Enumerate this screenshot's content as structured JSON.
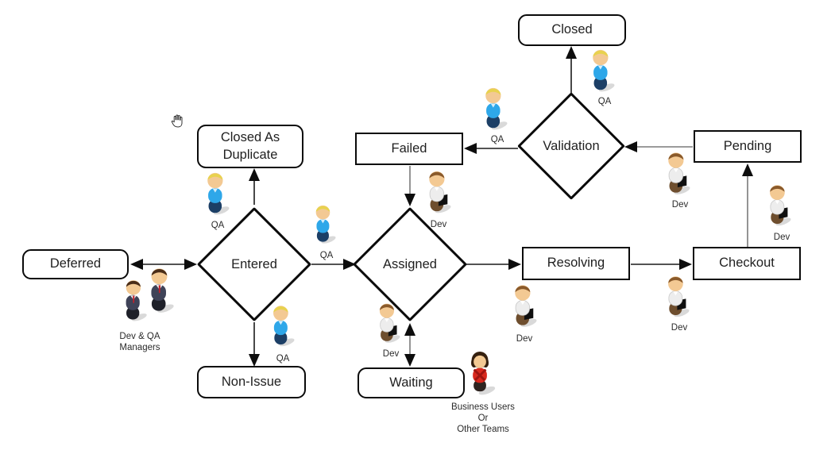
{
  "diagram": {
    "type": "workflow-flowchart",
    "background": "#ffffff",
    "cursor": {
      "shape": "grab-hand"
    },
    "nodes": {
      "deferred": {
        "label": "Deferred",
        "shape": "rounded-rect"
      },
      "closed_as_duplicate": {
        "label": "Closed As Duplicate",
        "shape": "rounded-rect"
      },
      "non_issue": {
        "label": "Non-Issue",
        "shape": "rounded-rect"
      },
      "waiting": {
        "label": "Waiting",
        "shape": "rounded-rect"
      },
      "closed": {
        "label": "Closed",
        "shape": "rounded-rect"
      },
      "failed": {
        "label": "Failed",
        "shape": "rect"
      },
      "pending": {
        "label": "Pending",
        "shape": "rect"
      },
      "resolving": {
        "label": "Resolving",
        "shape": "rect"
      },
      "checkout": {
        "label": "Checkout",
        "shape": "rect"
      },
      "entered": {
        "label": "Entered",
        "shape": "diamond"
      },
      "assigned": {
        "label": "Assigned",
        "shape": "diamond"
      },
      "validation": {
        "label": "Validation",
        "shape": "diamond"
      }
    },
    "edges": [
      {
        "from": "deferred",
        "to": "entered",
        "direction": "both"
      },
      {
        "from": "entered",
        "to": "closed_as_duplicate",
        "direction": "one"
      },
      {
        "from": "entered",
        "to": "non_issue",
        "direction": "one"
      },
      {
        "from": "entered",
        "to": "assigned",
        "direction": "one"
      },
      {
        "from": "failed",
        "to": "assigned",
        "direction": "one"
      },
      {
        "from": "assigned",
        "to": "waiting",
        "direction": "both"
      },
      {
        "from": "assigned",
        "to": "resolving",
        "direction": "one"
      },
      {
        "from": "resolving",
        "to": "checkout",
        "direction": "one"
      },
      {
        "from": "checkout",
        "to": "pending",
        "direction": "one"
      },
      {
        "from": "pending",
        "to": "validation",
        "direction": "one"
      },
      {
        "from": "validation",
        "to": "failed",
        "direction": "one"
      },
      {
        "from": "validation",
        "to": "closed",
        "direction": "one"
      }
    ],
    "actors": {
      "qa_closed": {
        "label": "QA",
        "role": "qa"
      },
      "qa_validation_failed": {
        "label": "QA",
        "role": "qa"
      },
      "qa_closed_as_duplicate": {
        "label": "QA",
        "role": "qa"
      },
      "qa_entered_assigned": {
        "label": "QA",
        "role": "qa"
      },
      "qa_non_issue": {
        "label": "QA",
        "role": "qa"
      },
      "dev_failed_assigned": {
        "label": "Dev",
        "role": "dev"
      },
      "dev_pending_validation": {
        "label": "Dev",
        "role": "dev"
      },
      "dev_checkout_pending": {
        "label": "Dev",
        "role": "dev"
      },
      "dev_assigned_waiting": {
        "label": "Dev",
        "role": "dev"
      },
      "dev_resolving": {
        "label": "Dev",
        "role": "dev"
      },
      "dev_checkout": {
        "label": "Dev",
        "role": "dev"
      },
      "managers": {
        "role": "manager",
        "label_line1": "Dev & QA",
        "label_line2": "Managers"
      },
      "business_users": {
        "role": "business",
        "label_line1": "Business Users",
        "label_line2": "Or",
        "label_line3": "Other Teams"
      }
    },
    "colors": {
      "edge_black": "#1a1a1a",
      "edge_gray": "#7a7a7a",
      "shape_border": "#0a0a0a",
      "qa_shirt": "#2EA7E9",
      "qa_pants": "#1C3F66",
      "qa_hair": "#E8D24E",
      "dev_shirt": "#EDEDED",
      "dev_pants": "#6E4E2E",
      "dev_briefcase": "#0F0F0F",
      "manager_suit": "#3F4358",
      "manager_tie": "#C6202A",
      "business_dress": "#D8281D",
      "business_hair": "#35200F",
      "skin": "#F3C993"
    }
  }
}
